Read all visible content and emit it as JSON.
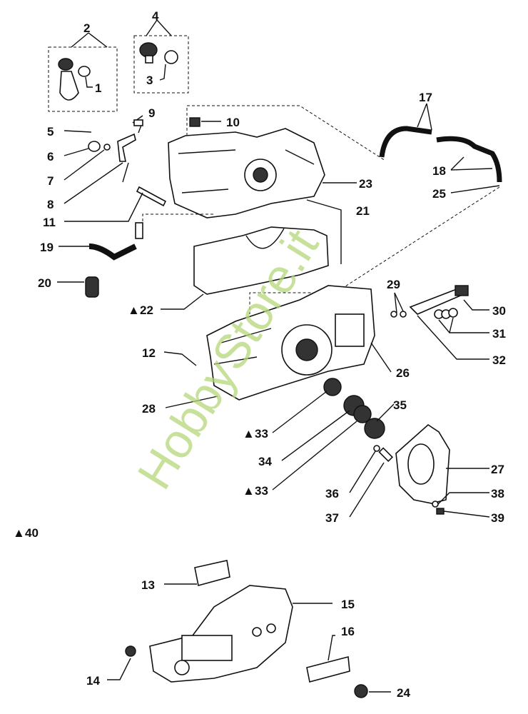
{
  "watermark": "HobbyStore.it",
  "labels": {
    "p1": "1",
    "p2": "2",
    "p3": "3",
    "p4": "4",
    "p5": "5",
    "p6": "6",
    "p7": "7",
    "p8": "8",
    "p9": "9",
    "p10": "10",
    "p11": "11",
    "p12": "12",
    "p13": "13",
    "p14": "14",
    "p15": "15",
    "p16": "16",
    "p17": "17",
    "p18": "18",
    "p19": "19",
    "p20": "20",
    "p21": "21",
    "p22": "22",
    "p23": "23",
    "p24": "24",
    "p25": "25",
    "p26": "26",
    "p27": "27",
    "p28": "28",
    "p29": "29",
    "p30": "30",
    "p31": "31",
    "p32": "32",
    "p33a": "33",
    "p33b": "33",
    "p34": "34",
    "p35": "35",
    "p36": "36",
    "p37": "37",
    "p38": "38",
    "p39": "39",
    "p40": "40"
  },
  "marker_symbol": "▲"
}
